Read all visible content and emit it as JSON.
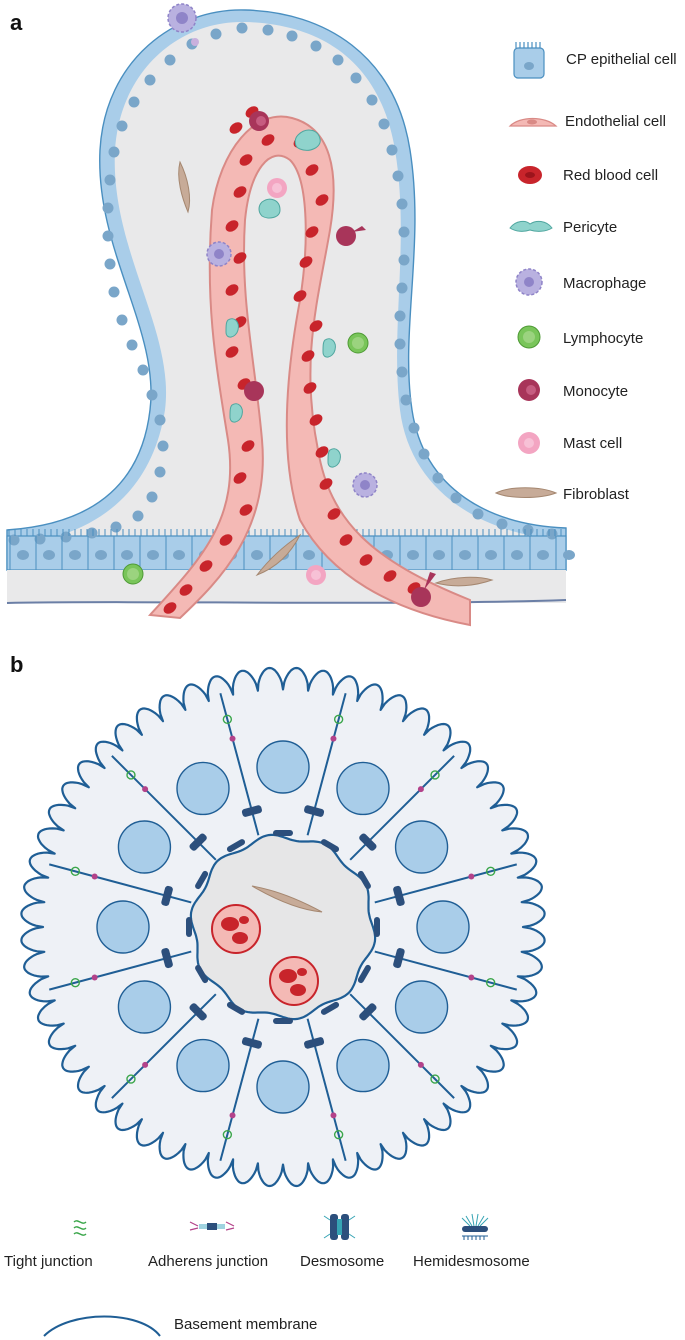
{
  "panels": {
    "a": "a",
    "b": "b"
  },
  "legend_a": [
    {
      "key": "epithelial",
      "label": "CP epithelial cell"
    },
    {
      "key": "endothelial",
      "label": "Endothelial cell"
    },
    {
      "key": "rbc",
      "label": "Red blood cell"
    },
    {
      "key": "pericyte",
      "label": "Pericyte"
    },
    {
      "key": "macrophage",
      "label": "Macrophage"
    },
    {
      "key": "lymphocyte",
      "label": "Lymphocyte"
    },
    {
      "key": "monocyte",
      "label": "Monocyte"
    },
    {
      "key": "mast",
      "label": "Mast cell"
    },
    {
      "key": "fibroblast",
      "label": "Fibroblast"
    }
  ],
  "legend_b": [
    {
      "key": "tight",
      "label": "Tight junction"
    },
    {
      "key": "adherens",
      "label": "Adherens junction"
    },
    {
      "key": "desmosome",
      "label": "Desmosome"
    },
    {
      "key": "hemidesmosome",
      "label": "Hemidesmosome"
    }
  ],
  "basement_membrane": "Basement membrane",
  "colors": {
    "epithelium": "#a9cde9",
    "epithelium_stroke": "#4a8fc0",
    "nucleus": "#7aa6c9",
    "stroma": "#e9e9ea",
    "vessel": "#f4b9b5",
    "vessel_stroke": "#d98a86",
    "rbc": "#c8242b",
    "pericyte": "#8fd3cc",
    "macrophage": "#b9b1e0",
    "lymphocyte": "#79c55a",
    "monocyte": "#a8355a",
    "mast": "#f3a5c2",
    "fibroblast": "#c7ab98",
    "membrane": "#1f5e95",
    "tight": "#3aa64a",
    "adherens": "#b3428a",
    "desmosome": "#2c4f7c",
    "hemi": "#36a4b4"
  }
}
